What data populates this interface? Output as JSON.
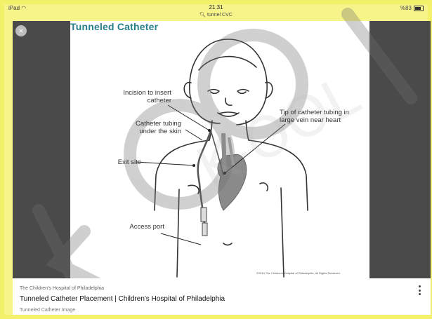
{
  "status": {
    "device": "iPad",
    "time": "21:31",
    "query": "tunnel CVC",
    "battery_text": "%83"
  },
  "viewer": {
    "close_icon": "×",
    "image_title": "Tunneled Catheter",
    "labels": {
      "incision": "Incision to insert catheter",
      "tubing": "Catheter tubing under the skin",
      "exit": "Exit site",
      "port": "Access port",
      "tip": "Tip of catheter tubing in large vein near heart"
    },
    "copyright": "©2014 The Children's Hospital of Philadelphia, All Rights Reserved."
  },
  "result": {
    "source": "The Children's Hospital of Philadelphia",
    "title": "Tunneled Catheter Placement | Children's Hospital of Philadelphia",
    "subtitle": "Tunneled Catheter Image"
  },
  "watermark": "K-OOL"
}
